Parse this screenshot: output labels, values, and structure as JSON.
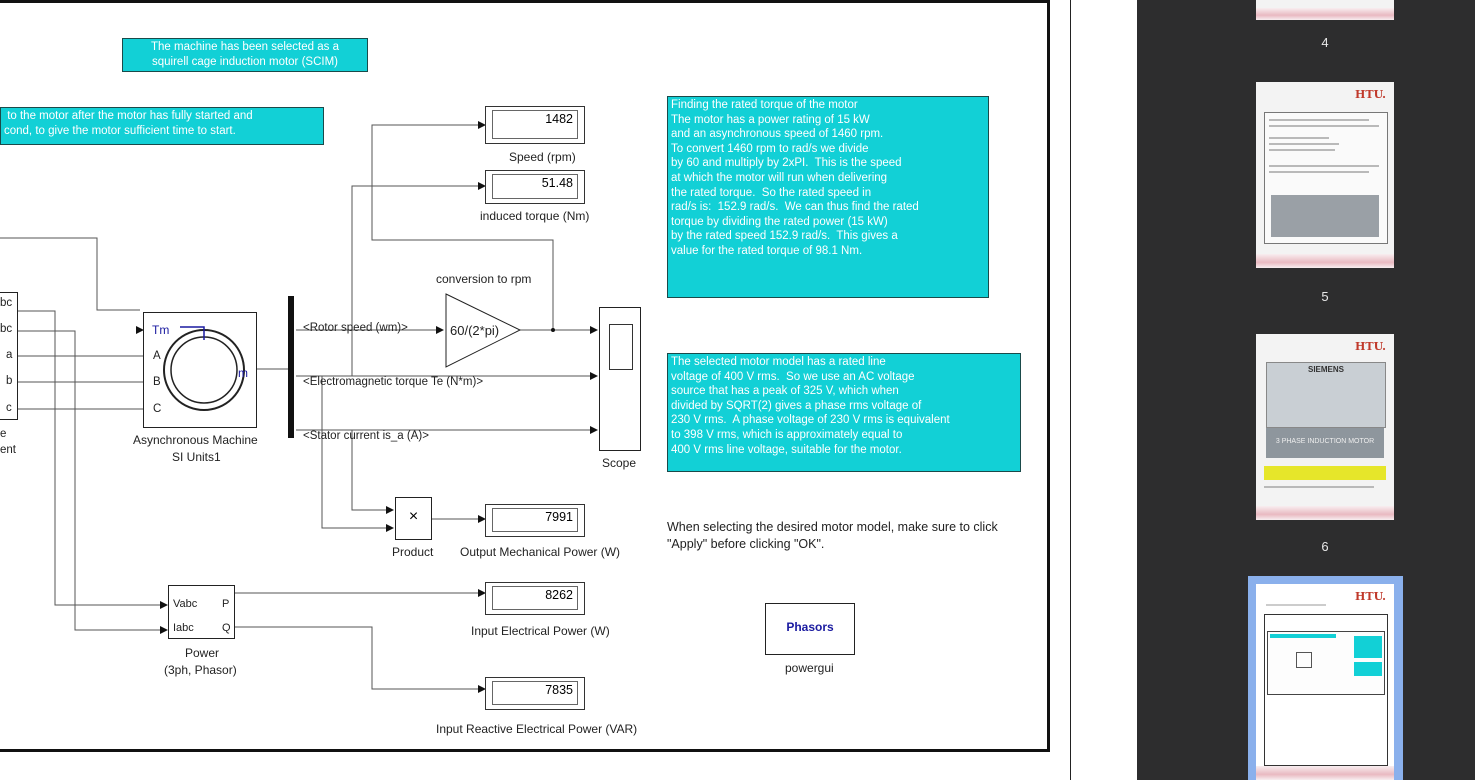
{
  "notes": {
    "scim": "The machine has been selected as a\nsquirell cage induction motor (SCIM)",
    "start": " to the motor after the motor has fully started and\ncond, to give the motor sufficient time to start.",
    "torque": "Finding the rated torque of the motor\nThe motor has a power rating of 15 kW\nand an asynchronous speed of 1460 rpm.\nTo convert 1460 rpm to rad/s we divide\nby 60 and multiply by 2xPI.  This is the speed\nat which the motor will run when delivering\nthe rated torque.  So the rated speed in\nrad/s is:  152.9 rad/s.  We can thus find the rated\ntorque by dividing the rated power (15 kW)\nby the rated speed 152.9 rad/s.  This gives a\nvalue for the rated torque of 98.1 Nm.",
    "voltage": "The selected motor model has a rated line\nvoltage of 400 V rms.  So we use an AC voltage\nsource that has a peak of 325 V, which when\ndivided by SQRT(2) gives a phase rms voltage of\n230 V rms.  A phase voltage of 230 V rms is equivalent\nto 398 V rms, which is approximately equal to\n400 V rms line voltage, suitable for the motor."
  },
  "instructions": "When selecting the desired motor model, make sure to click\n\"Apply\" before clicking \"OK\".",
  "displays": {
    "speed": {
      "value": "1482",
      "label": "Speed (rpm)"
    },
    "torque": {
      "value": "51.48",
      "label": "induced torque (Nm)"
    },
    "mech_power": {
      "value": "7991",
      "label": "Output Mechanical Power (W)"
    },
    "elec_power": {
      "value": "8262",
      "label": "Input Electrical Power (W)"
    },
    "reactive_power": {
      "value": "7835",
      "label": "Input Reactive Electrical Power (VAR)"
    }
  },
  "gain": {
    "title": "conversion to rpm",
    "expr": "60/(2*pi)"
  },
  "machine": {
    "label_line1": "Asynchronous Machine",
    "label_line2": "SI Units1",
    "port_tm": "Tm",
    "port_a": "A",
    "port_b": "B",
    "port_c": "C",
    "port_m": "m"
  },
  "signals": {
    "rotor_speed": "<Rotor speed (wm)>",
    "em_torque": "<Electromagnetic torque Te (N*m)>",
    "stator_current": "<Stator current is_a (A)>"
  },
  "scope": {
    "label": "Scope"
  },
  "product": {
    "symbol": "×",
    "label": "Product"
  },
  "power_block": {
    "port_vabc": "Vabc",
    "port_iabc": "Iabc",
    "port_p": "P",
    "port_q": "Q",
    "label_line1": "Power",
    "label_line2": "(3ph, Phasor)"
  },
  "powergui": {
    "title": "Phasors",
    "label": "powergui"
  },
  "left_block": {
    "port1": "bc",
    "port2": "bc",
    "port3": "a",
    "port4": "b",
    "port5": "c",
    "label1": "e",
    "label2": "ent"
  },
  "thumbnails": [
    {
      "number": "4"
    },
    {
      "number": "5"
    },
    {
      "number": "6",
      "header": "SIEMENS",
      "body_text": "3 PHASE INDUCTION MOTOR"
    },
    {
      "number": "",
      "selected": true
    }
  ]
}
